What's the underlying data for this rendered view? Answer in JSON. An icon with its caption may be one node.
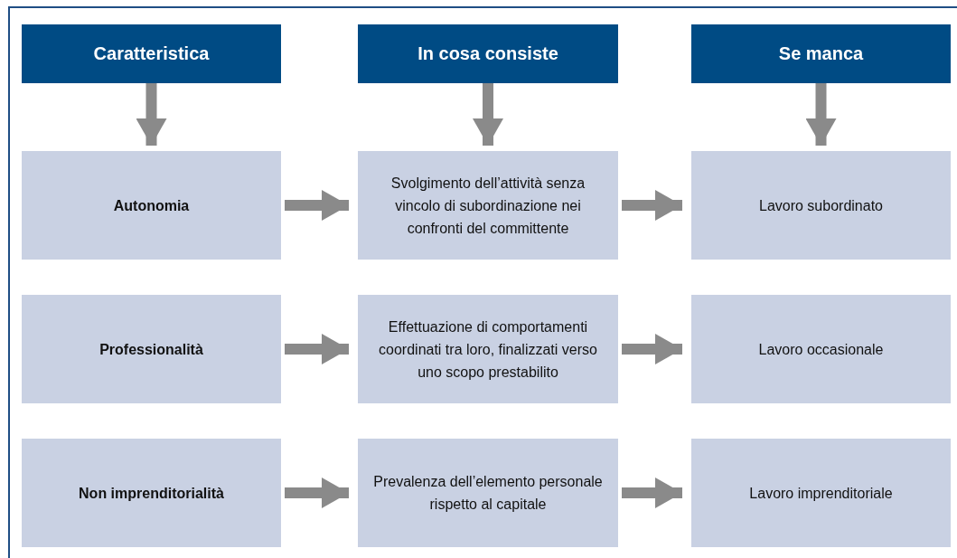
{
  "diagram": {
    "nodes": [
      {
        "text": [
          "Caratteristica"
        ]
      },
      {
        "text": [
          "In cosa consiste"
        ]
      },
      {
        "text": [
          "Se manca"
        ]
      },
      {
        "text": [
          "Autonomia"
        ]
      },
      {
        "text": [
          "Svolgimento dell’attività senza vincolo di subordinazione nei confronti del committente"
        ]
      },
      {
        "text": [
          "Lavoro subordinato"
        ]
      },
      {
        "text": [
          "Professionalità"
        ]
      },
      {
        "text": [
          "Effettuazione di comportamenti coordinati tra loro, finalizzati verso uno scopo prestabilito"
        ]
      },
      {
        "text": [
          "Lavoro occasionale"
        ]
      },
      {
        "text": [
          "Non imprenditorialità"
        ]
      },
      {
        "text": [
          "Prevalenza dell’elemento personale rispetto al capitale"
        ]
      },
      {
        "text": [
          "Lavoro imprenditoriale"
        ]
      }
    ],
    "edges": [
      {
        "from": 0,
        "to": 3,
        "arrow": "to"
      },
      {
        "from": 1,
        "to": 4,
        "arrow": "to"
      },
      {
        "from": 2,
        "to": 5,
        "arrow": "to"
      },
      {
        "from": 3,
        "to": 4,
        "arrow": "to"
      },
      {
        "from": 4,
        "to": 5,
        "arrow": "to"
      },
      {
        "from": 6,
        "to": 7,
        "arrow": "to"
      },
      {
        "from": 7,
        "to": 8,
        "arrow": "to"
      },
      {
        "from": 9,
        "to": 10,
        "arrow": "to"
      },
      {
        "from": 10,
        "to": 11,
        "arrow": "to"
      }
    ]
  }
}
